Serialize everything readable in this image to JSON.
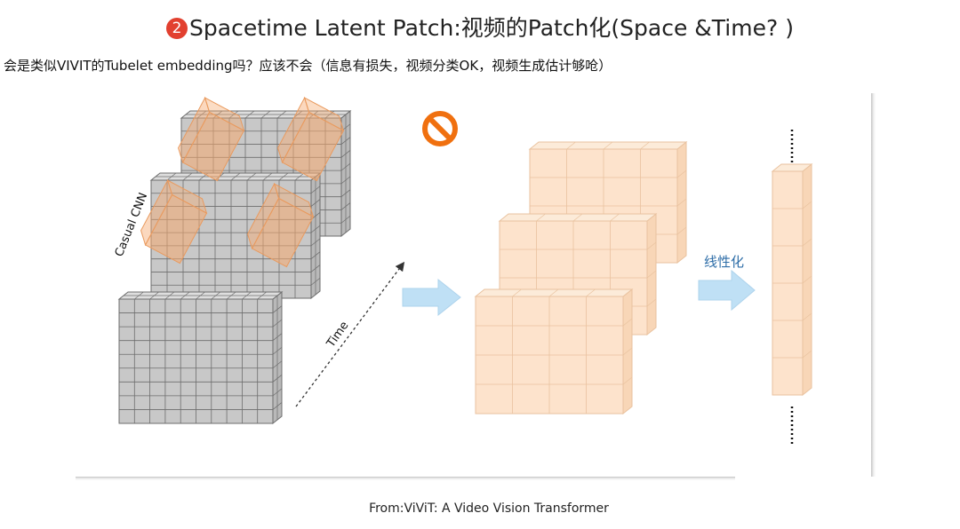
{
  "slide": {
    "title_badge": "2",
    "title": "Spacetime Latent Patch:视频的Patch化(Space &Time? )",
    "subtitle": "会是类似VIVIT的Tubelet embedding吗？应该不会（信息有损失，视频分类OK，视频生成估计够呛）",
    "caption": "From:ViViT: A Video Vision Transformer"
  },
  "diagram": {
    "cnn_label": "Casual CNN",
    "time_label": "Time",
    "linearize_label": "线性化",
    "prohibit_icon": "prohibited-icon",
    "colors": {
      "gray_cube": "#c8c8c8",
      "gray_edge": "#6d6d6d",
      "peach_cube": "#fde3cc",
      "peach_edge": "#e9c29f",
      "tubelet": "#f6a96f",
      "arrow": "#bfe0f5",
      "prohibit": "#f0700f"
    }
  }
}
